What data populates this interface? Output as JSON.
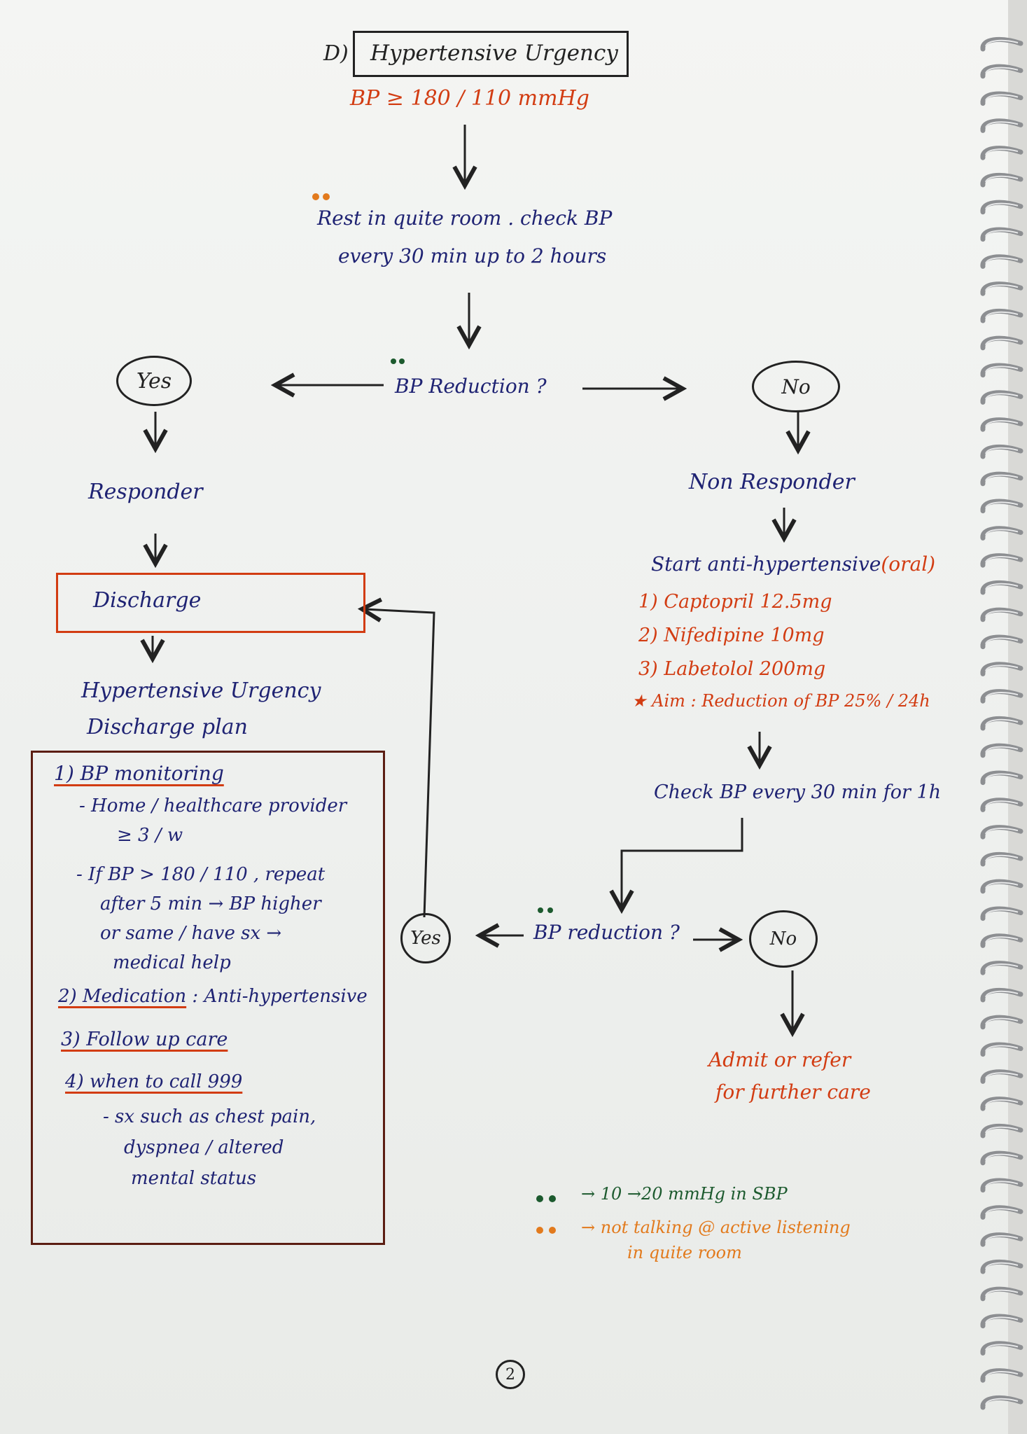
{
  "page_number": "2",
  "title": {
    "prefix": "D)",
    "text": "Hypertensive Urgency"
  },
  "criteria": "BP  ≥ 180 / 110 mmHg",
  "rest_step": {
    "line1": "Rest in quite room . check BP",
    "line2": "every 30 min up to 2 hours"
  },
  "decision1": {
    "question": "BP Reduction ?",
    "yes": "Yes",
    "no": "No"
  },
  "yes_branch": {
    "responder": "Responder",
    "discharge": "Discharge",
    "plan_title_line1": "Hypertensive Urgency",
    "plan_title_line2": "Discharge plan"
  },
  "discharge_plan": {
    "item1": {
      "heading": "1) BP monitoring",
      "bullet1_line1": "- Home / healthcare provider",
      "bullet1_line2": "≥ 3 / w",
      "bullet2_line1": "- If BP > 180 / 110 , repeat",
      "bullet2_line2": "after 5 min → BP higher",
      "bullet2_line3": "or same / have sx →",
      "bullet2_line4": "medical help"
    },
    "item2": {
      "heading": "2) Medication",
      "rest": ": Anti-hypertensive"
    },
    "item3": {
      "heading": "3) Follow up care"
    },
    "item4": {
      "heading": "4) when to call 999",
      "line1": "- sx such as chest pain,",
      "line2": "dyspnea / altered",
      "line3": "mental status"
    }
  },
  "no_branch": {
    "non_responder": "Non Responder",
    "start_label": "Start anti-hypertensive",
    "start_route": "(oral)",
    "drugs": [
      "1) Captopril  12.5mg",
      "2) Nifedipine  10mg",
      "3) Labetolol  200mg"
    ],
    "aim": "★ Aim : Reduction of BP 25% / 24h",
    "recheck": "Check  BP every 30 min for 1h"
  },
  "decision2": {
    "question": "BP reduction ?",
    "yes": "Yes",
    "no": "No"
  },
  "final_no": {
    "line1": "Admit  or  refer",
    "line2": "for  further care"
  },
  "legend": {
    "green_text": "→  10 →20  mmHg  in  SBP",
    "orange_line1": "→  not talking @ active listening",
    "orange_line2": "in  quite room"
  },
  "colors": {
    "ink_blue": "#1f2373",
    "ink_red": "#d23c12",
    "ink_green": "#1c5a2e",
    "ink_orange": "#e27a1d",
    "ink_black": "#222222"
  }
}
